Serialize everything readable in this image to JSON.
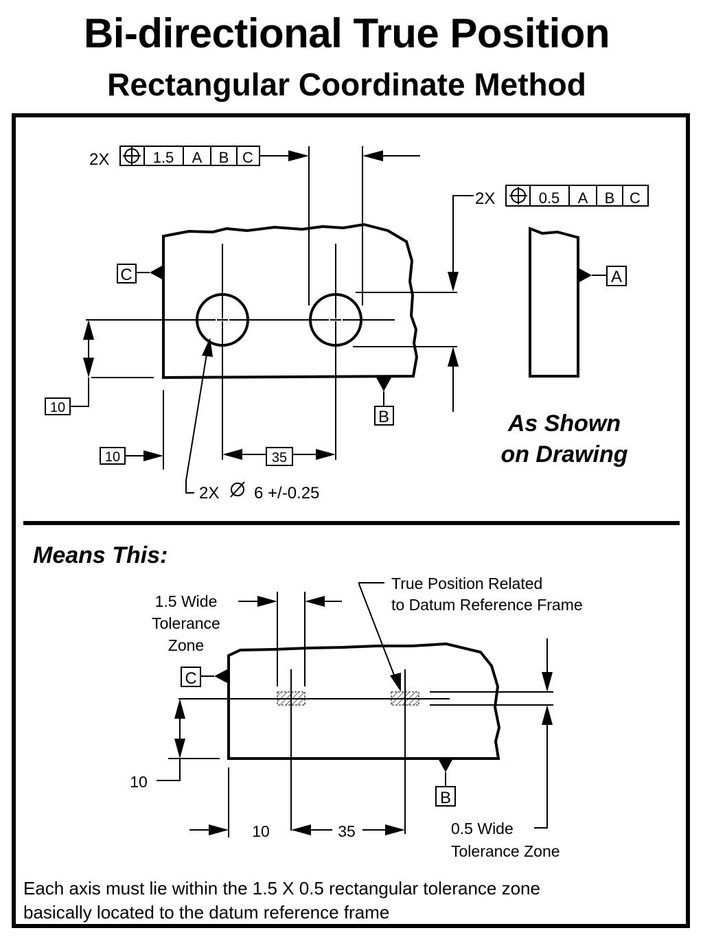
{
  "title": "Bi-directional True Position",
  "subtitle": "Rectangular Coordinate Method",
  "top_panel": {
    "frame1": {
      "count": "2X",
      "tolerance": "1.5",
      "datums": [
        "A",
        "B",
        "C"
      ]
    },
    "frame2": {
      "count": "2X",
      "tolerance": "0.5",
      "datums": [
        "A",
        "B",
        "C"
      ]
    },
    "datum_c": "C",
    "datum_a": "A",
    "datum_b": "B",
    "dim_vertical": "10",
    "dim_horizontal": "10",
    "dim_spacing": "35",
    "hole_count": "2X",
    "hole_size": "6 +/-0.25",
    "caption_line1": "As Shown",
    "caption_line2": "on Drawing"
  },
  "bottom_panel": {
    "heading": "Means This:",
    "zone_wide_line1": "1.5 Wide",
    "zone_wide_line2": "Tolerance",
    "zone_wide_line3": "Zone",
    "true_pos_line1": "True Position Related",
    "true_pos_line2": "to Datum Reference Frame",
    "datum_c": "C",
    "datum_b": "B",
    "dim_vertical": "10",
    "dim_horizontal": "10",
    "dim_spacing": "35",
    "zone_narrow_line1": "0.5 Wide",
    "zone_narrow_line2": "Tolerance Zone",
    "note_line1": "Each axis must lie within the 1.5 X 0.5 rectangular tolerance zone",
    "note_line2": "basically located to the datum reference frame"
  }
}
